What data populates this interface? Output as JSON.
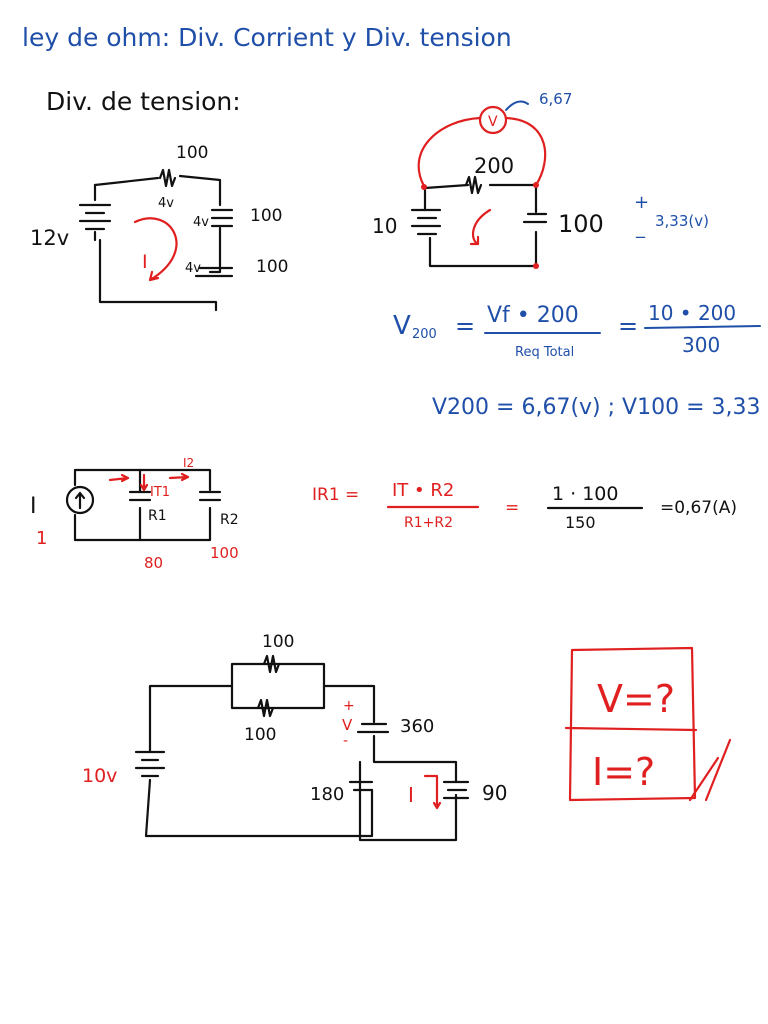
{
  "title": "ley de ohm: Div. Corrient y Div. tension",
  "section_tension": "Div. de tension:",
  "circuit1": {
    "source": "12v",
    "r_top": "100",
    "r_right": "100",
    "r_bottom": "100",
    "drop_top": "4v",
    "drop_right": "4v",
    "drop_bottom": "4v",
    "current": "I"
  },
  "circuit2": {
    "source": "10",
    "r_top": "200",
    "r_right": "100",
    "voltmeter": "V",
    "voltmeter_reading": "6,67",
    "plus": "+",
    "minus": "_",
    "v_right": "3,33(v)"
  },
  "formula_v200": {
    "lhs": "V",
    "lhs_sub": "200",
    "num": "Vf • 200",
    "den": "Req Total",
    "num2": "10 • 200",
    "den2": "300",
    "result": "V200 = 6,67(v) ; V100 = 3,33"
  },
  "circuit3": {
    "source": "I",
    "source_val": "1",
    "branch_current": "IT1",
    "i2": "I2",
    "r1": "R1",
    "r2": "R2",
    "r1_val": "80",
    "r2_val": "100"
  },
  "formula_ir1": {
    "lhs": "IR1 =",
    "num": "IT • R2",
    "den": "R1+R2",
    "num2": "1 · 100",
    "den2": "150",
    "result": "=0,67(A)"
  },
  "circuit4": {
    "source": "10v",
    "r_par_top": "100",
    "r_par_bottom": "100",
    "r_360": "360",
    "r_180": "180",
    "r_90": "90",
    "v_plus": "+",
    "v_label": "V",
    "v_minus": "-",
    "current": "I"
  },
  "question_box": {
    "q1": "V=?",
    "q2": "I=?"
  }
}
